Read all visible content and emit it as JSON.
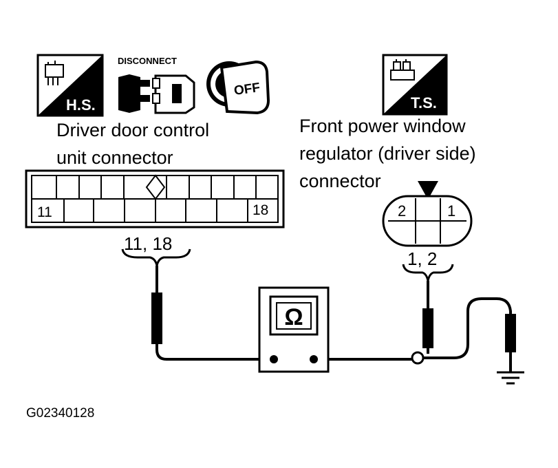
{
  "icons": {
    "hs_label": "H.S.",
    "disconnect_label": "DISCONNECT",
    "off_label": "OFF",
    "ts_label": "T.S."
  },
  "left_connector": {
    "title_line1": "Driver door control",
    "title_line2": "unit connector",
    "pin_left": "11",
    "pin_right": "18",
    "probe_label": "11, 18"
  },
  "right_connector": {
    "title_line1": "Front power window",
    "title_line2": "regulator (driver side)",
    "title_line3": "connector",
    "pin_left": "2",
    "pin_right": "1",
    "probe_label": "1, 2"
  },
  "meter": {
    "symbol": "Ω"
  },
  "figure_id": "G02340128"
}
